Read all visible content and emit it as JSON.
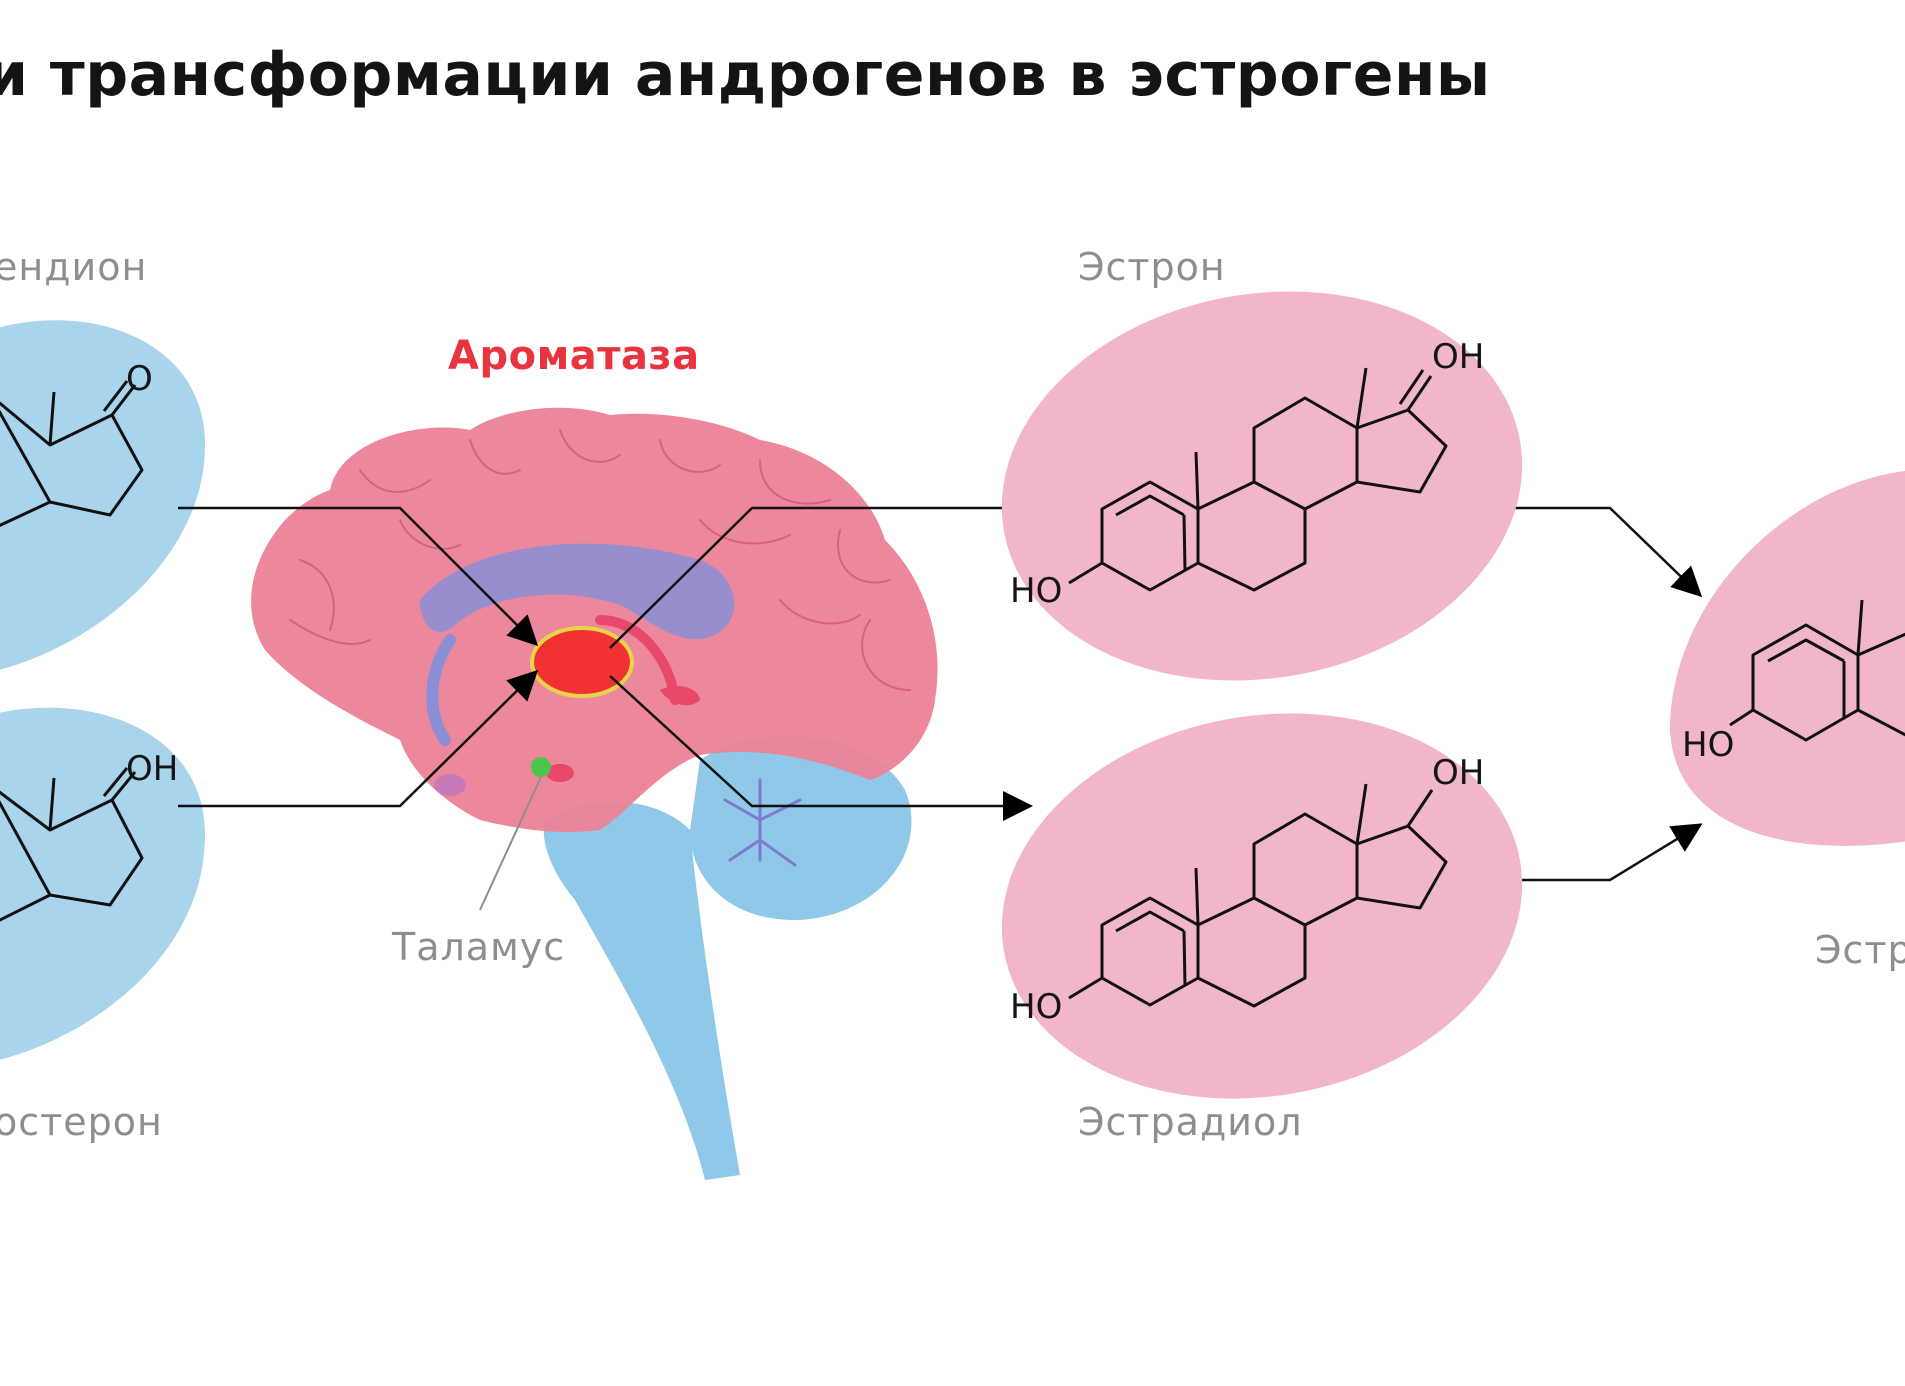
{
  "title": "и трансформации андрогенов в эстрогены",
  "enzyme": {
    "label": "Ароматаза",
    "color": "#e8343f"
  },
  "brain_labels": {
    "thalamus": "Таламус"
  },
  "androgens": [
    {
      "name": "ендион",
      "substituent": "O"
    },
    {
      "name": "остерон",
      "substituent": "OH"
    }
  ],
  "estrogens": [
    {
      "name": "Эстрон",
      "substituent": "OH",
      "hydroxyl": "HO"
    },
    {
      "name": "Эстрадиол",
      "substituent": "OH",
      "hydroxyl": "HO"
    }
  ],
  "product": {
    "name": "Эстр",
    "hydroxyl": "HO"
  },
  "colors": {
    "androgen_blob": "#a8d4ec",
    "estrogen_blob": "#f2b6c9",
    "brain": "#ec8297",
    "brainstem": "#8fc8e8",
    "ventricle": "#8a8fd6",
    "aromatase_core": "#f23232",
    "aromatase_ring": "#e8d44a"
  }
}
